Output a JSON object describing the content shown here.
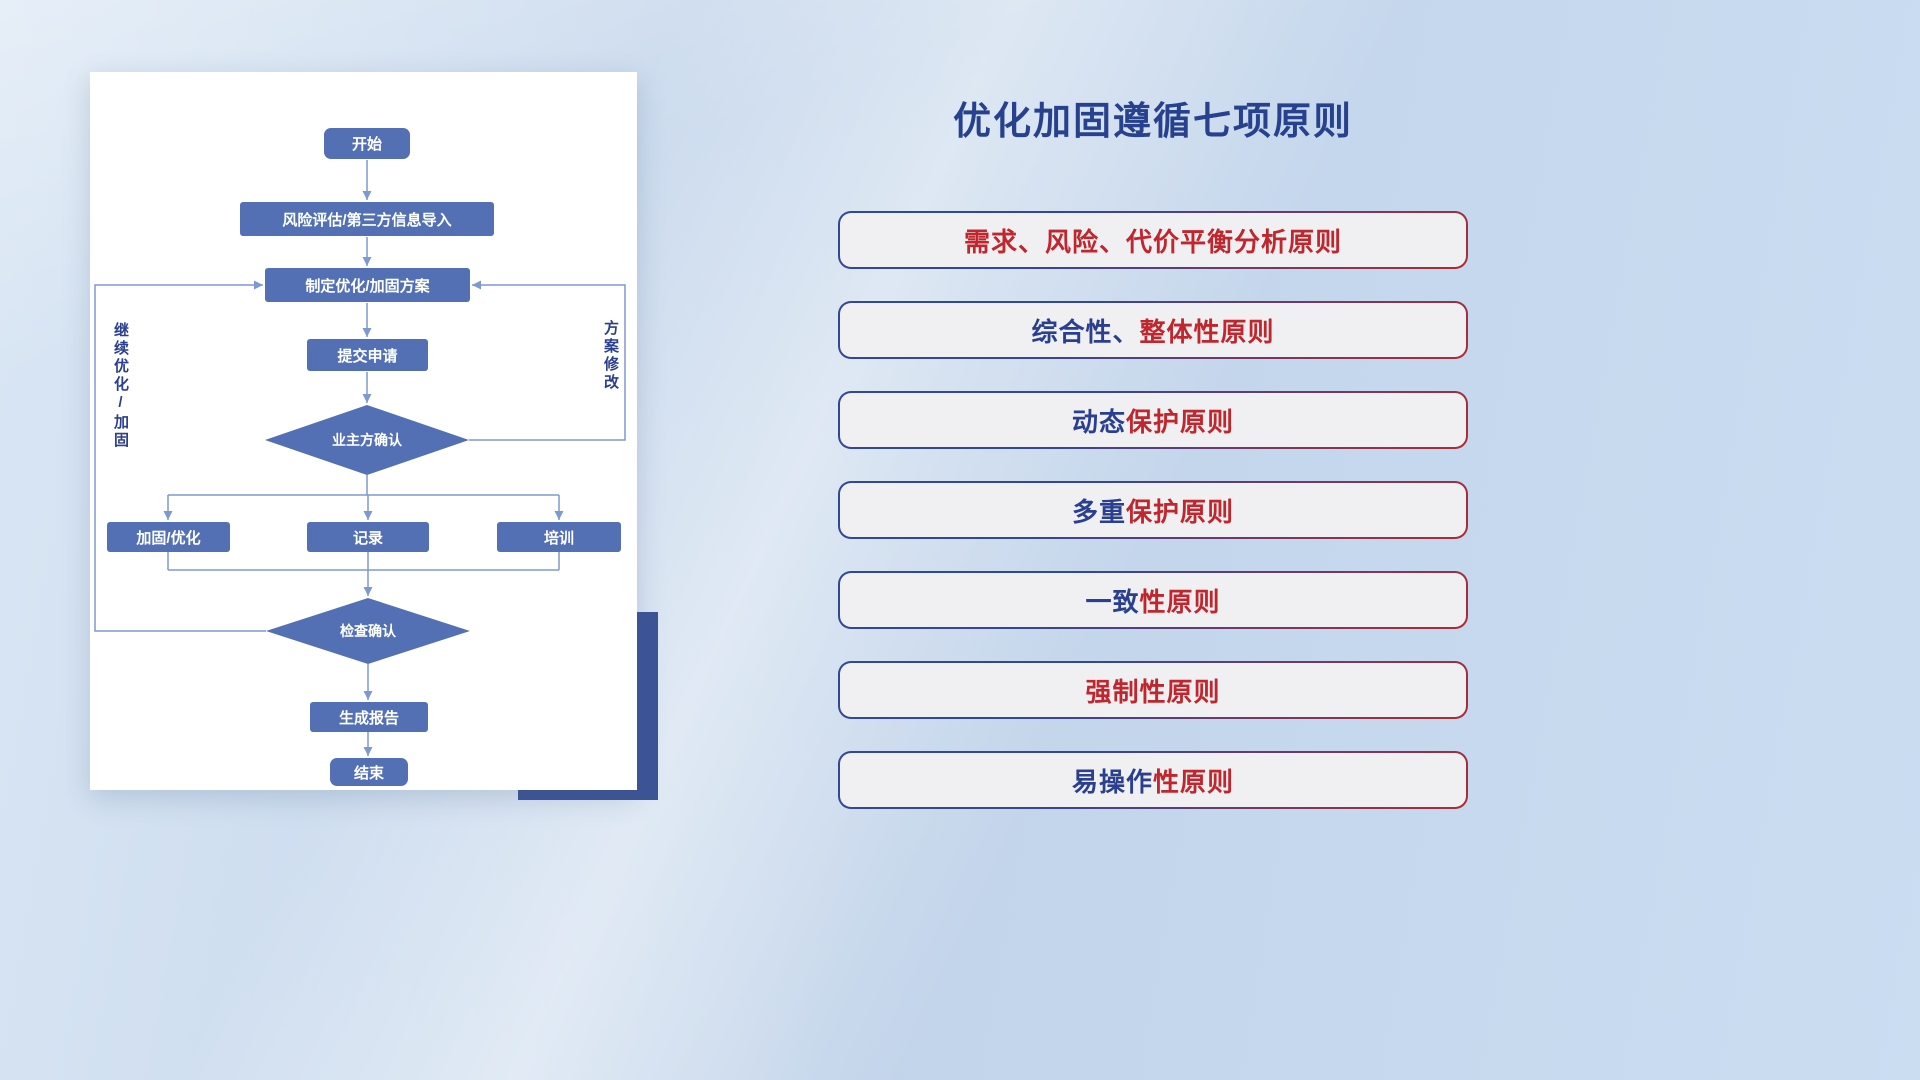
{
  "title": "优化加固遵循七项原则",
  "flowchart": {
    "nodes": {
      "start": "开始",
      "risk": "风险评估/第三方信息导入",
      "plan": "制定优化/加固方案",
      "submit": "提交申请",
      "owner_confirm": "业主方确认",
      "reinforce": "加固/优化",
      "record": "记录",
      "training": "培训",
      "check_confirm": "检查确认",
      "report": "生成报告",
      "end": "结束"
    },
    "edge_labels": {
      "continue": "继续优化/加固",
      "modify": "方案修改"
    }
  },
  "principles": [
    {
      "blue": "",
      "red": "需求、风险、代价平衡分析原则"
    },
    {
      "blue": "综合性、",
      "red": "整体性原则"
    },
    {
      "blue": "动态",
      "red": "保护原则"
    },
    {
      "blue": "多重",
      "red": "保护原则"
    },
    {
      "blue": "一致",
      "red": "性原则"
    },
    {
      "blue": "",
      "red": "强制性原则"
    },
    {
      "blue": "易操作",
      "red": "性原则"
    }
  ],
  "colors": {
    "title-blue": "#27418f",
    "text-navy": "#2a3f8f",
    "text-red": "#c0262d",
    "node-fill": "#5370b5",
    "connector": "#7d99d1",
    "accent-navy": "#3c5496"
  }
}
